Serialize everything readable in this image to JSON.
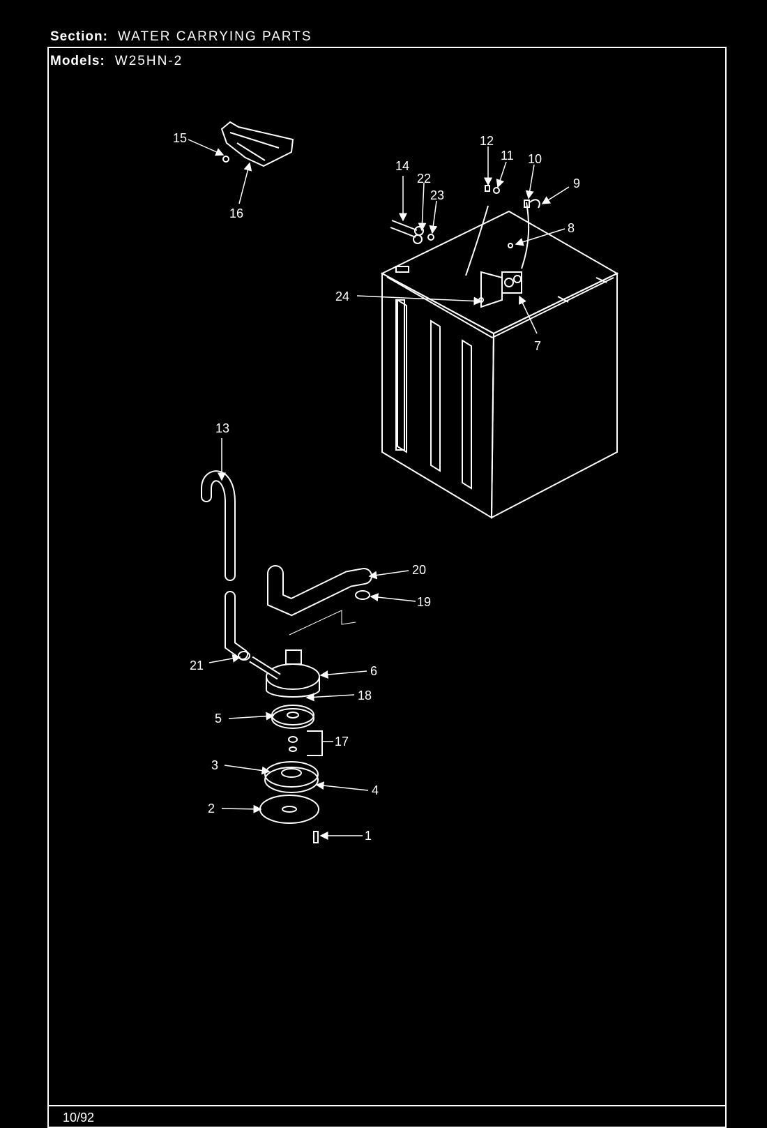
{
  "header": {
    "section_label": "Section:",
    "section_value": "WATER CARRYING PARTS",
    "models_label": "Models:",
    "models_value": "W25HN-2"
  },
  "footer": {
    "date": "10/92"
  },
  "callouts": [
    "1",
    "2",
    "3",
    "4",
    "5",
    "6",
    "7",
    "8",
    "9",
    "10",
    "11",
    "12",
    "13",
    "14",
    "15",
    "16",
    "17",
    "18",
    "19",
    "20",
    "21",
    "22",
    "23",
    "24"
  ]
}
